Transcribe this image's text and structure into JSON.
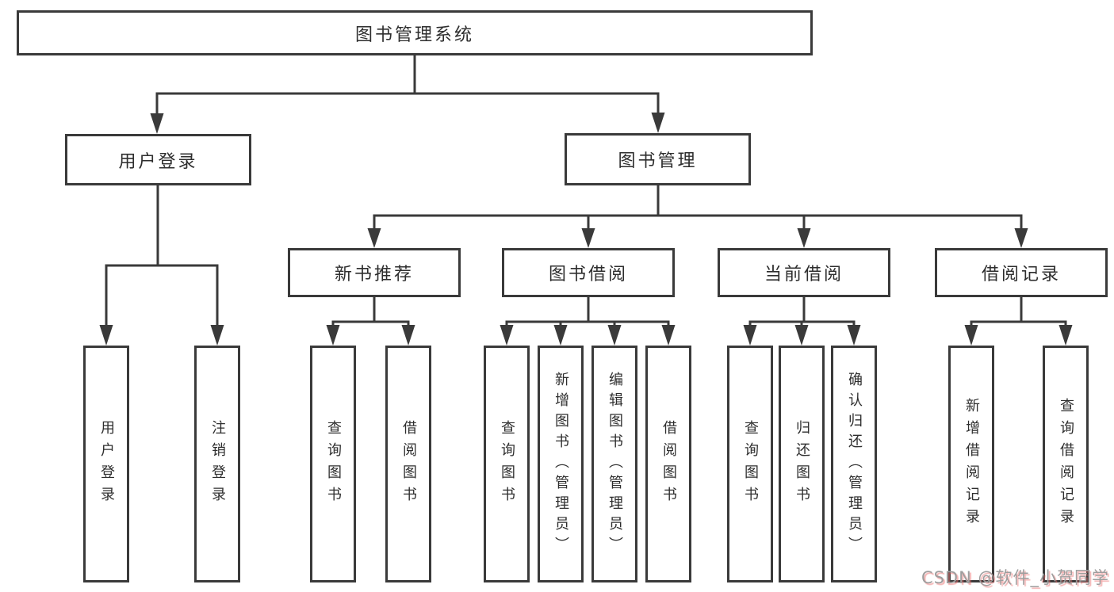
{
  "diagram": {
    "title": "图书管理系统",
    "level2": {
      "user_login": "用户登录",
      "book_management": "图书管理"
    },
    "level3": {
      "new_book_recommend": "新书推荐",
      "book_borrow": "图书借阅",
      "current_borrow": "当前借阅",
      "borrow_records": "借阅记录"
    },
    "leaves": {
      "user_login": "用户登录",
      "logout_login": "注销登录",
      "query_books_recommend": "查询图书",
      "borrow_books_recommend": "借阅图书",
      "query_books_borrow": "查询图书",
      "add_books_admin": "新增图书（管理员）",
      "edit_books_admin": "编辑图书（管理员）",
      "borrow_books_borrow": "借阅图书",
      "query_books_current": "查询图书",
      "return_books": "归还图书",
      "confirm_return_admin": "确认归还（管理员）",
      "add_borrow_record": "新增借阅记录",
      "query_borrow_record": "查询借阅记录"
    },
    "watermark": "CSDN @软件_小贺同学"
  },
  "colors": {
    "line": "#3a3a3a",
    "text": "#2e2e2e",
    "watermark_gray": "#9e9e9e",
    "watermark_shadow": "#eb6e6e"
  }
}
